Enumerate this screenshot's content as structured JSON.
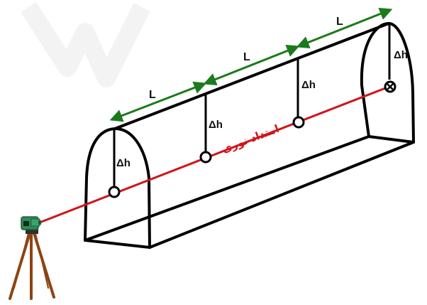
{
  "labels": {
    "delta_h": "Δh",
    "segment": "L",
    "beam": "امتداد نوری"
  },
  "colors": {
    "beam": "#d0151b",
    "segment_arrow": "#1b7a1b",
    "tunnel": "#000000",
    "instrument": "#2e8b57",
    "tripod": "#8b4513",
    "watermark": "#e8e8e8"
  },
  "icons": {
    "instrument": "total-station-icon",
    "tripod": "tripod-icon",
    "target_end": "crosshair-target-icon"
  }
}
